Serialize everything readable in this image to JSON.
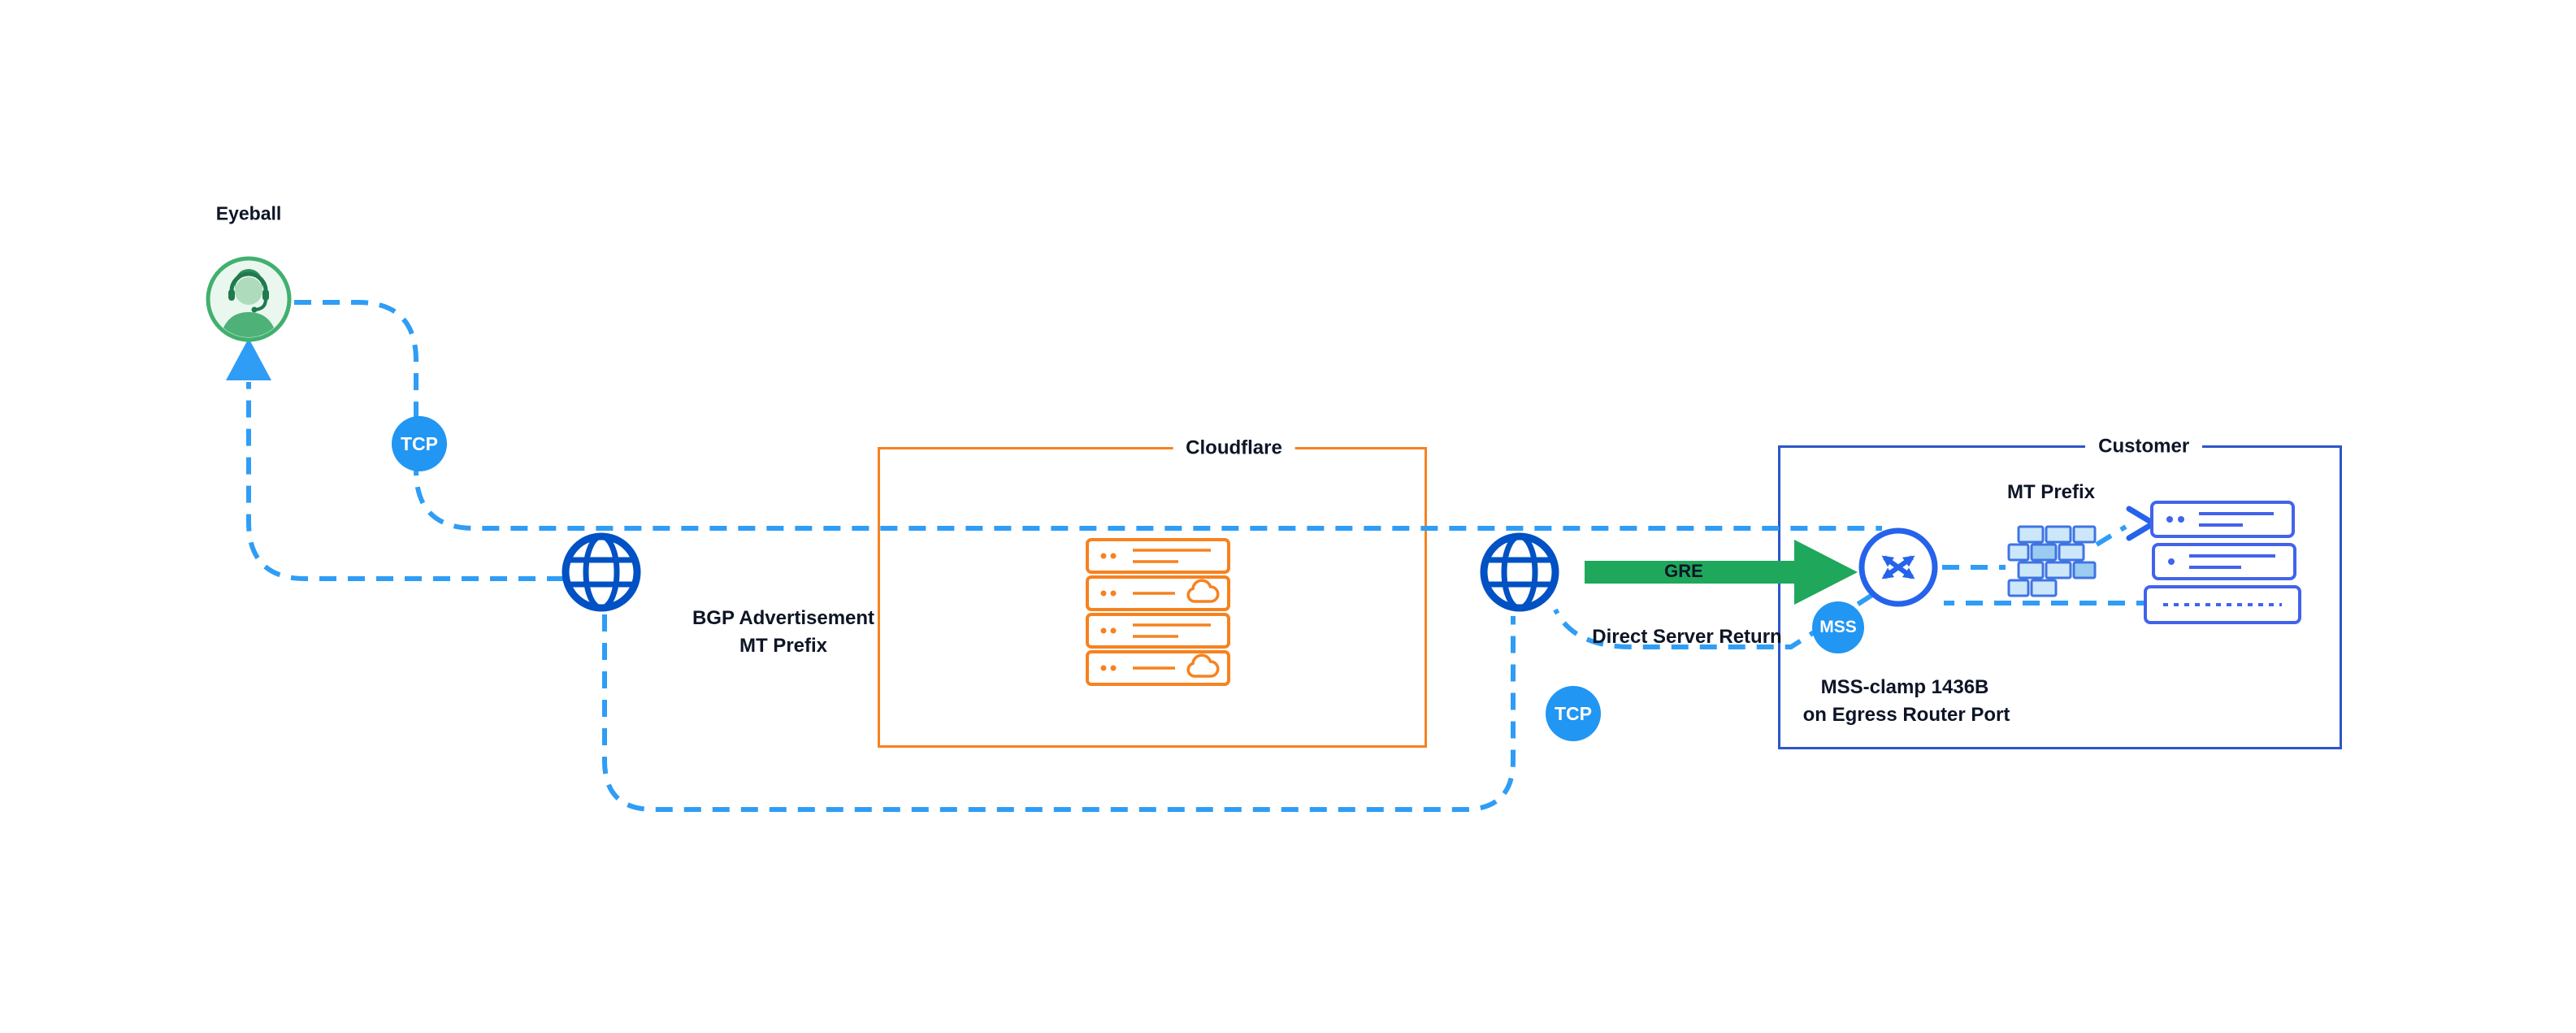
{
  "diagram": {
    "type": "network-flow-diagram",
    "labels": {
      "eyeball": "Eyeball",
      "bgp_advertisement_line1": "BGP Advertisement",
      "bgp_advertisement_line2": "MT Prefix",
      "gre": "GRE",
      "direct_server_return": "Direct Server Return",
      "mt_prefix": "MT Prefix",
      "mss_clamp_line1": "MSS-clamp 1436B",
      "mss_clamp_line2": "on Egress Router Port"
    },
    "badges": {
      "tcp_left": "TCP",
      "tcp_right": "TCP",
      "mss": "MSS"
    },
    "boxes": {
      "cloudflare": "Cloudflare",
      "customer": "Customer"
    },
    "icons": {
      "eyeball-user-icon": "person-with-headset",
      "internet-globe-icon-left": "globe",
      "internet-globe-icon-right": "globe",
      "cloudflare-server-stack-icon": "server-stack-with-clouds",
      "router-icon": "circle-with-crossed-arrows",
      "firewall-icon": "brick-wall",
      "customer-server-stack-icon": "server-stack",
      "chevron-right-icon": "chevron-right",
      "gre-arrow": "thick-right-arrow",
      "return-arrowhead": "triangle-up"
    },
    "colors": {
      "dash_blue": "#2F9DF5",
      "badge_blue": "#2196F3",
      "globe_blue": "#0051C3",
      "cloudflare_orange": "#F6821F",
      "customer_blue": "#2D55CB",
      "router_blue": "#2563EB",
      "server_blue": "#4263EB",
      "firewall_fill": "#CDE7FA",
      "firewall_stroke": "#3F74E3",
      "green": "#1FA75B",
      "eyeball_green": "#41B06E",
      "text_dark": "#0D1526",
      "background": "#FFFFFF"
    }
  }
}
